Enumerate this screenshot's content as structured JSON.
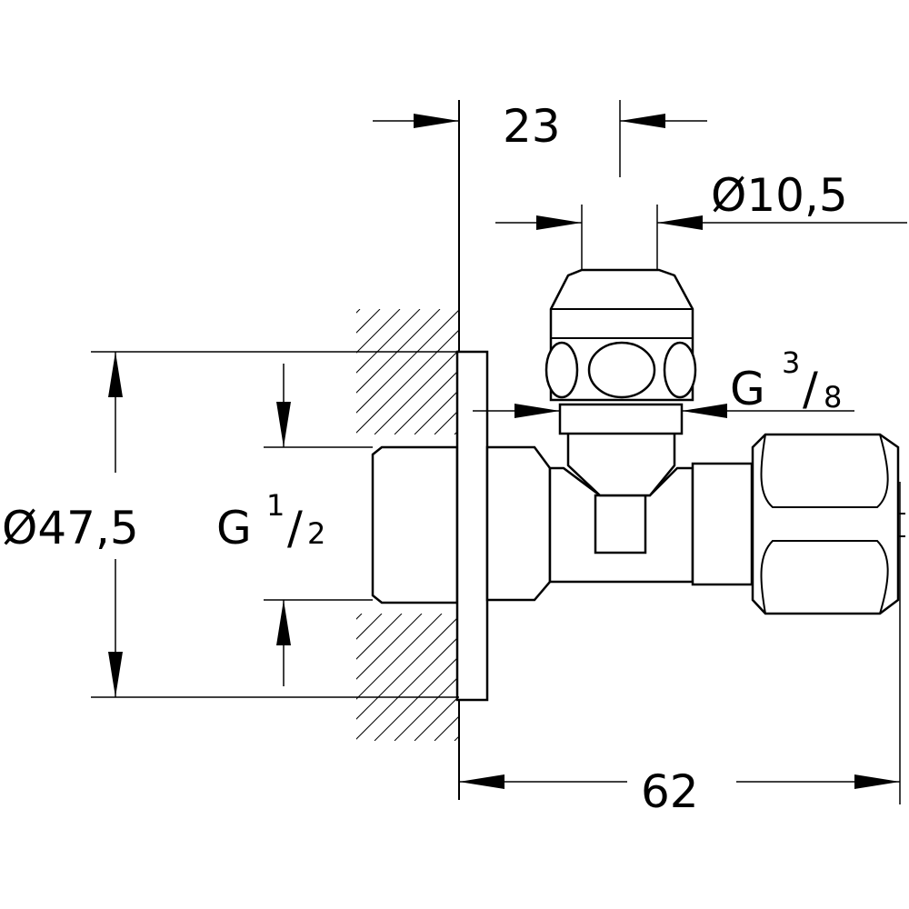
{
  "dimensions": {
    "top_width": "23",
    "outlet_diameter": "Ø10,5",
    "outlet_thread": {
      "prefix": "G",
      "numerator": "3",
      "slash": "/",
      "denominator": "8"
    },
    "flange_diameter": "Ø47,5",
    "inlet_thread": {
      "prefix": "G",
      "numerator": "1",
      "slash": "/",
      "denominator": "2"
    },
    "overall_length": "62"
  }
}
